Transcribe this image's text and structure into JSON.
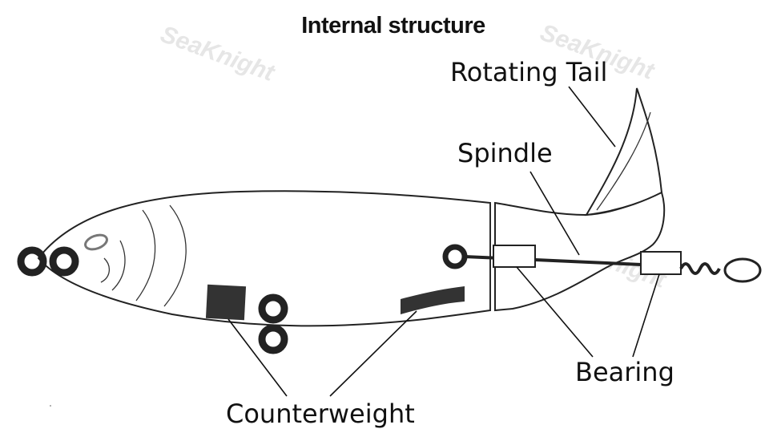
{
  "title": "Internal structure",
  "watermark": "SeaKnight",
  "labels": {
    "rotating_tail": "Rotating Tail",
    "spindle": "Spindle",
    "bearing": "Bearing",
    "counterweight": "Counterweight"
  },
  "colors": {
    "ink": "#111111",
    "fill": "#333333",
    "watermark": "#e6e6e6"
  }
}
